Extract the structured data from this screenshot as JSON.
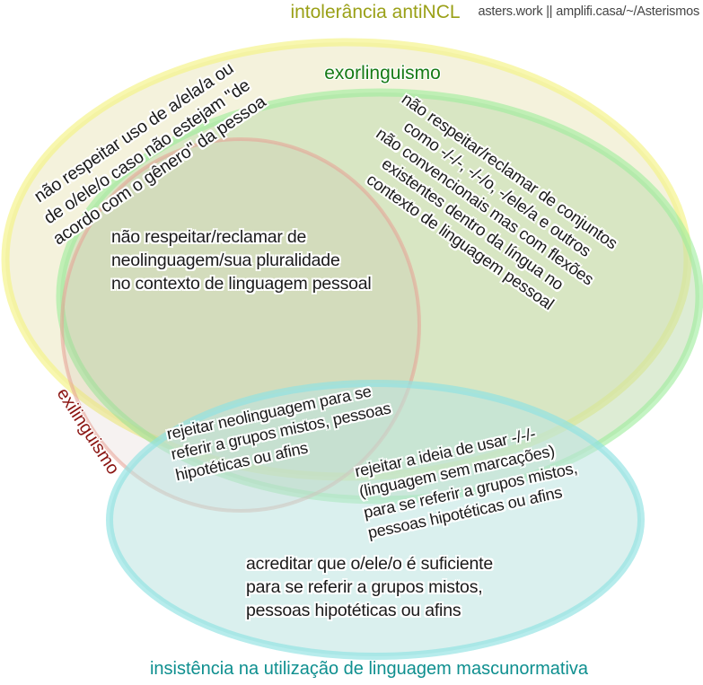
{
  "header": {
    "credit": "asters.work || amplifi.casa/~/Asterismos",
    "credit_color": "#454545"
  },
  "diagram": {
    "type": "venn",
    "text_color": "#1a1a1a",
    "background_color": "#ffffff",
    "sets": {
      "antincl": {
        "label": "intolerância antiNCL",
        "label_color": "#9aa017",
        "fill_color": "#ebe7bf",
        "stroke_color": "#f4f284"
      },
      "exorlinguismo": {
        "label": "exorlinguismo",
        "label_color": "#157a15",
        "fill_color": "#bbd9a9",
        "stroke_color": "#9dec9b"
      },
      "exilinguismo": {
        "label": "exilinguismo",
        "label_color": "#8b1512",
        "fill_color": "#b89288",
        "stroke_color": "#e7a193"
      },
      "mascunormativa": {
        "label": "insistência na utilização de linguagem mascunormativa",
        "label_color": "#0e8f8f",
        "fill_color": "#bce4e0",
        "stroke_color": "#8fe2e2"
      }
    },
    "regions": {
      "antincl_only": "não respeitar uso de a/ela/a ou\nde o/ele/o caso não estejam \"de\nacordo com o gênero\" da pessoa",
      "exorlinguismo_only": "não respeitar/reclamar de conjuntos\ncomo -/-/-, -/-/o, -/ele/a e outros\nnão convencionais mas com flexões\nexistentes dentro da língua no\ncontexto de linguagem pessoal",
      "antincl_exor_exil": "não respeitar/reclamar de\nneolinguagem/sua pluralidade\nno contexto de linguagem pessoal",
      "exil_masc": "rejeitar neolinguagem para se\nreferir a grupos mistos, pessoas\nhipotéticas ou afins",
      "exor_masc": "rejeitar a ideia de usar -/-/-\n(linguagem sem marcações)\npara se referir a grupos mistos,\npessoas hipotéticas ou afins",
      "masc_only": "acreditar que o/ele/o é suficiente\npara se referir a grupos mistos,\npessoas hipotéticas ou afins"
    }
  }
}
